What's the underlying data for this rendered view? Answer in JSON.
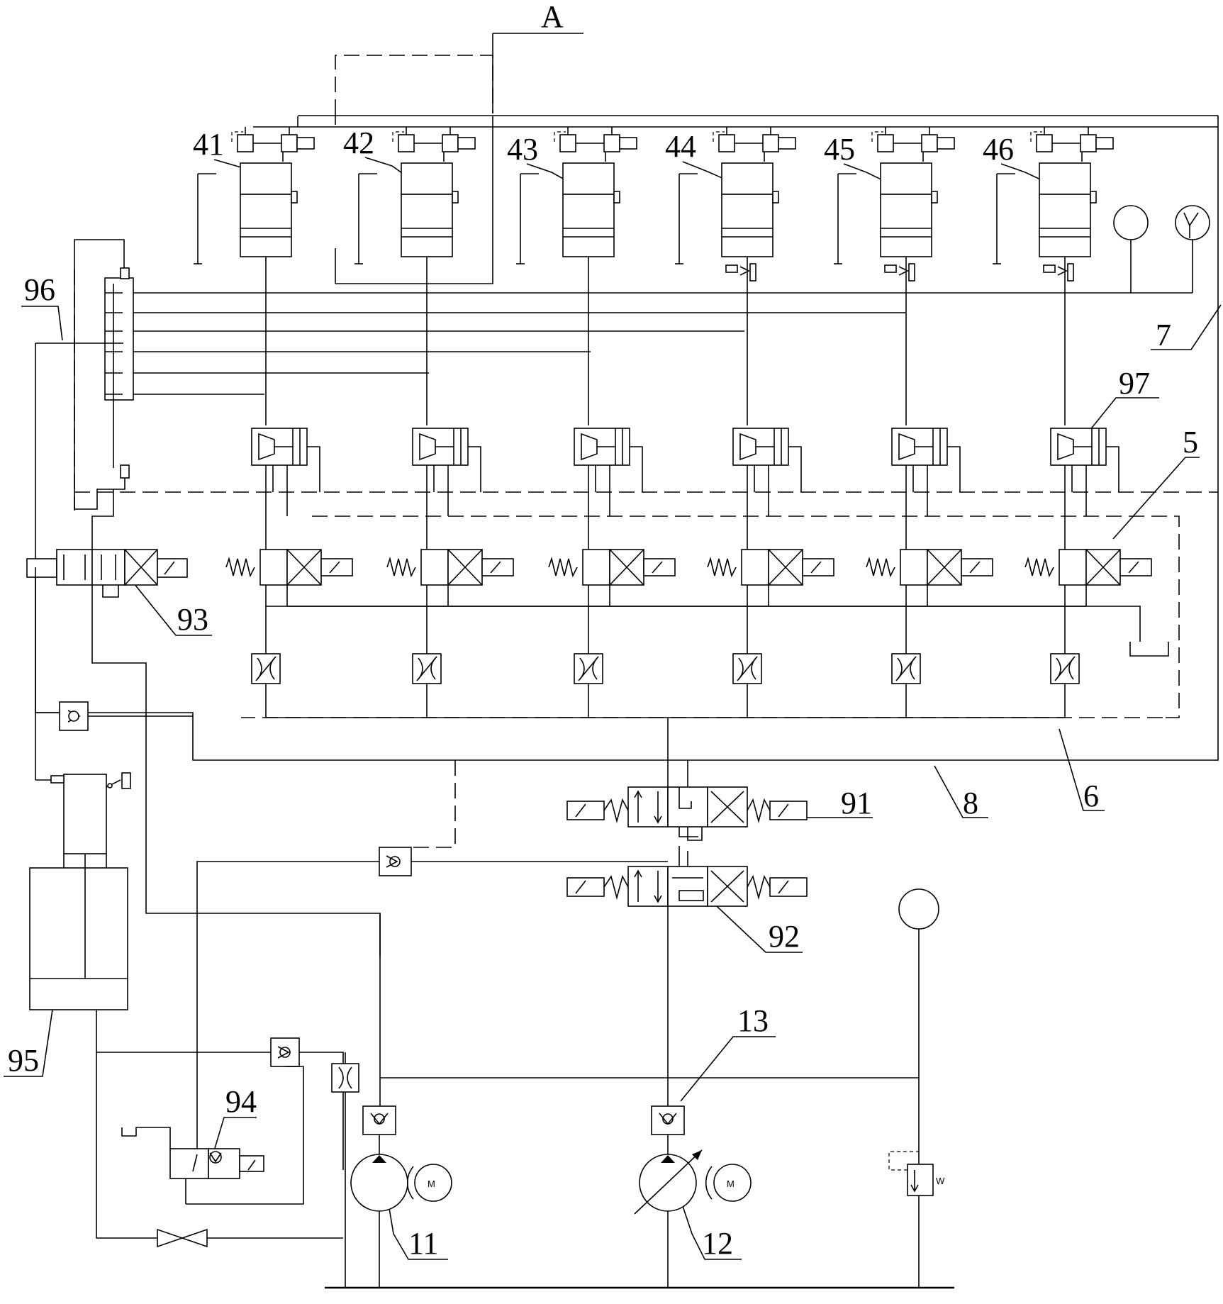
{
  "labels": {
    "a": "A",
    "c41": "41",
    "c42": "42",
    "c43": "43",
    "c44": "44",
    "c45": "45",
    "c46": "46",
    "n96": "96",
    "n7": "7",
    "n97": "97",
    "n5": "5",
    "n93": "93",
    "n91": "91",
    "n8": "8",
    "n6": "6",
    "n92": "92",
    "n95": "95",
    "n13": "13",
    "n94": "94",
    "n11": "11",
    "n12": "12"
  },
  "glyphs": {
    "motor": "M",
    "spring_w": "W"
  },
  "columns": [
    {
      "id": "c1",
      "cylinder_label": "41",
      "has_sensor": false
    },
    {
      "id": "c2",
      "cylinder_label": "42",
      "has_sensor": false
    },
    {
      "id": "c3",
      "cylinder_label": "43",
      "has_sensor": false
    },
    {
      "id": "c4",
      "cylinder_label": "44",
      "has_sensor": true
    },
    {
      "id": "c5",
      "cylinder_label": "45",
      "has_sensor": true
    },
    {
      "id": "c6",
      "cylinder_label": "46",
      "has_sensor": true
    }
  ]
}
